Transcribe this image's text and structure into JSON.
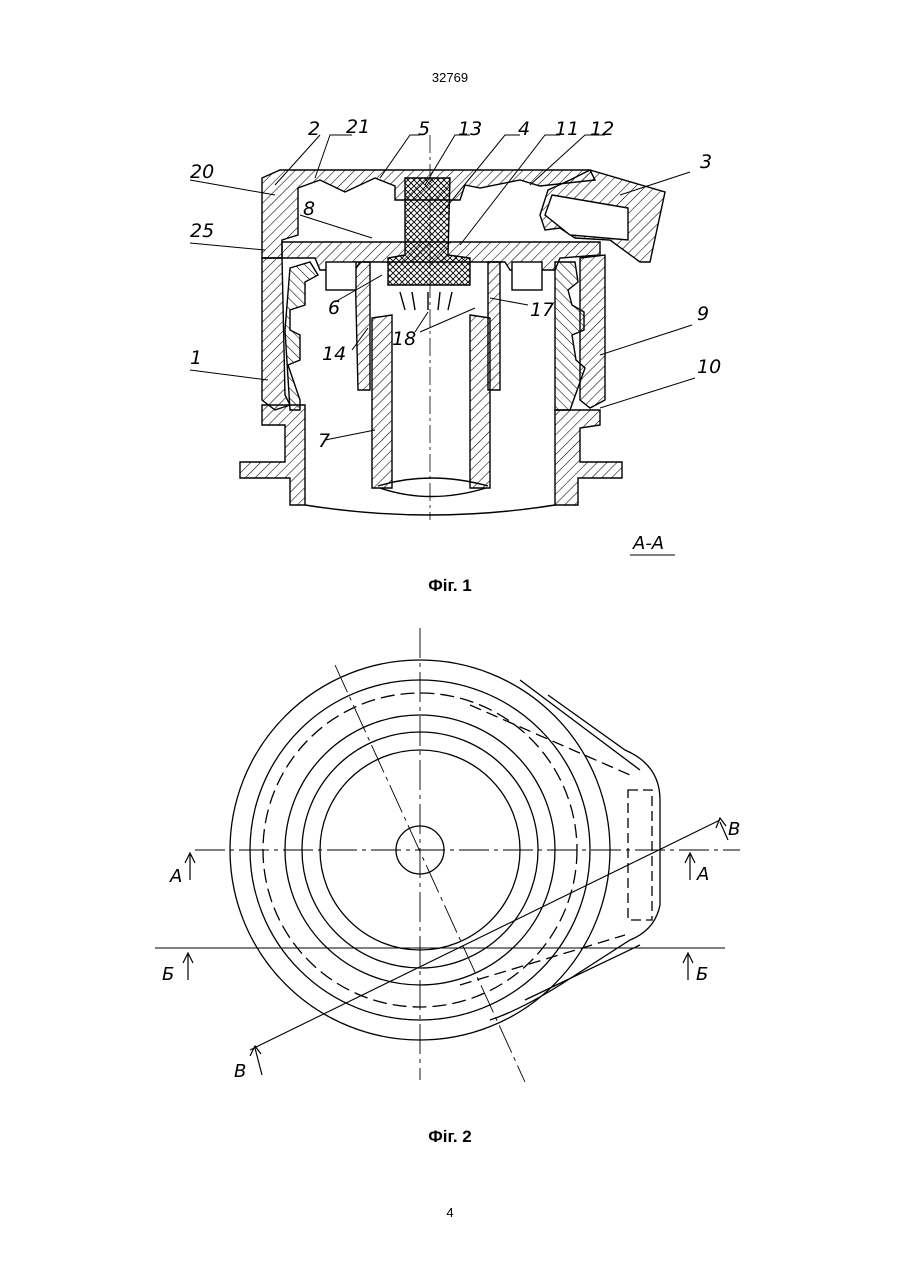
{
  "document": {
    "number": "32769",
    "page_number": "4"
  },
  "figure1": {
    "caption": "Фіг. 1",
    "section_label": "А-А",
    "part_labels": [
      "2",
      "21",
      "5",
      "13",
      "4",
      "11",
      "12",
      "3",
      "20",
      "8",
      "25",
      "6",
      "17",
      "9",
      "1",
      "14",
      "18",
      "10",
      "7"
    ]
  },
  "figure2": {
    "caption": "Фіг. 2",
    "section_marks": [
      "А",
      "А",
      "Б",
      "Б",
      "В",
      "В"
    ]
  }
}
